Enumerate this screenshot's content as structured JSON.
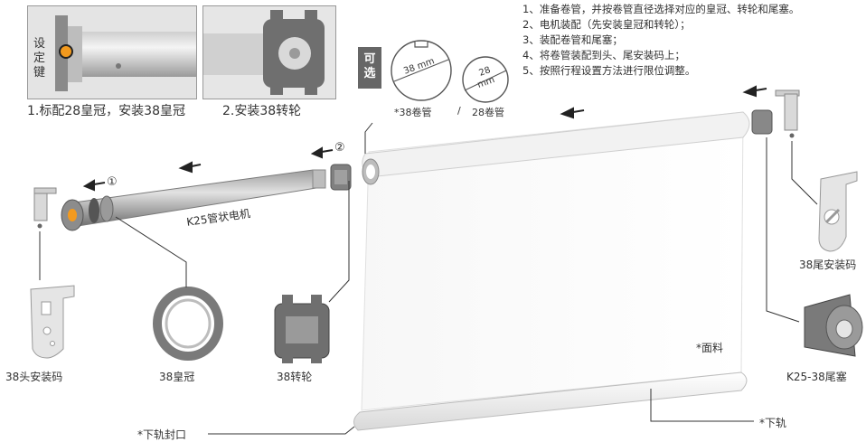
{
  "steps": [
    "1、准备卷管，并按卷管直径选择对应的皇冠、转轮和尾塞。",
    "2、电机装配（先安装皇冠和转轮）；",
    "3、装配卷管和尾塞；",
    "4、将卷管装配到头、尾安装码上；",
    "5、按照行程设置方法进行限位调整。"
  ],
  "photos": {
    "caption1": "1.标配28皇冠，安装38皇冠",
    "caption2": "2.安装38转轮",
    "set_key": [
      "设",
      "定",
      "键"
    ]
  },
  "optional": {
    "badge": [
      "可",
      "选"
    ],
    "tube38_dim": "38 mm",
    "tube28_dim_top": "28",
    "tube28_dim_bottom": "mm",
    "tube38_label": "*38卷管",
    "separator": "/",
    "tube28_label": "28卷管"
  },
  "assembly": {
    "step1": "①",
    "step2": "②",
    "motor": "K25管状电机"
  },
  "parts": {
    "head_bracket": "38头安装码",
    "crown": "38皇冠",
    "wheel": "38转轮",
    "tail_bracket": "38尾安装码",
    "end_plug": "K25-38尾塞",
    "fabric": "*面料",
    "bottom_rail": "*下轨",
    "bottom_cap": "*下轨封口"
  }
}
